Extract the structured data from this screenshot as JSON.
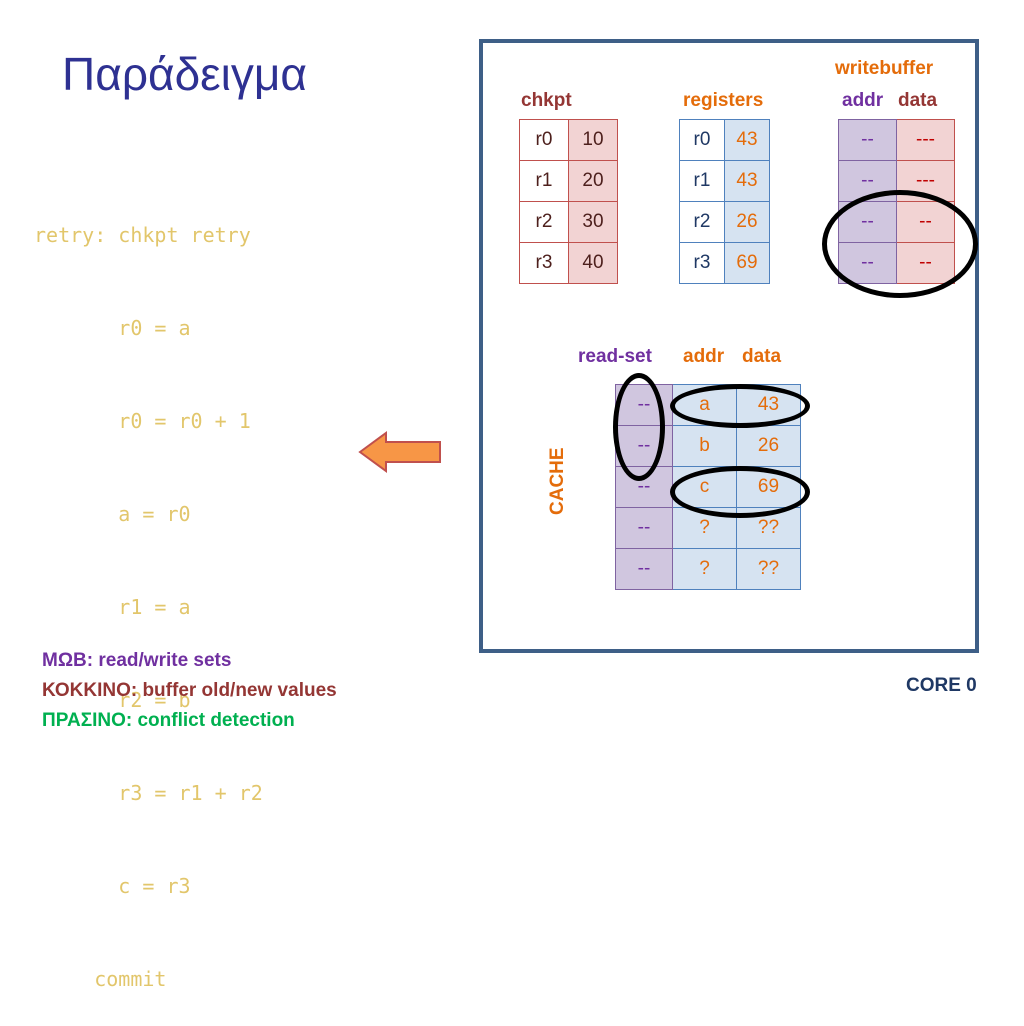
{
  "title": "Παράδειγμα",
  "code_lines": [
    "retry: chkpt retry",
    "       r0 = a",
    "       r0 = r0 + 1",
    "       a = r0",
    "       r1 = a",
    "       r2 = b",
    "       r3 = r1 + r2",
    "       c = r3",
    "     commit"
  ],
  "legend": [
    {
      "text": "ΜΩΒ: read/write sets",
      "color": "#7030a0"
    },
    {
      "text": "ΚΟΚΚΙΝΟ: buffer old/new values",
      "color": "#943634"
    },
    {
      "text": "ΠΡΑΣΙΝΟ: conflict detection",
      "color": "#00b050"
    }
  ],
  "chkpt": {
    "label": "chkpt",
    "rows": [
      [
        "r0",
        "10"
      ],
      [
        "r1",
        "20"
      ],
      [
        "r2",
        "30"
      ],
      [
        "r3",
        "40"
      ]
    ]
  },
  "registers": {
    "label": "registers",
    "rows": [
      [
        "r0",
        "43"
      ],
      [
        "r1",
        "43"
      ],
      [
        "r2",
        "26"
      ],
      [
        "r3",
        "69"
      ]
    ]
  },
  "writebuffer": {
    "label": "writebuffer",
    "addr_label": "addr",
    "data_label": "data",
    "rows": [
      [
        "--",
        "---"
      ],
      [
        "--",
        "---"
      ],
      [
        "--",
        "--"
      ],
      [
        "--",
        "--"
      ]
    ]
  },
  "cache": {
    "label": "CACHE",
    "readset_label": "read-set",
    "addr_label": "addr",
    "data_label": "data",
    "rows": [
      [
        "--",
        "a",
        "43"
      ],
      [
        "--",
        "b",
        "26"
      ],
      [
        "--",
        "c",
        "69"
      ],
      [
        "--",
        "?",
        "??"
      ],
      [
        "--",
        "?",
        "??"
      ]
    ]
  },
  "core_label": "CORE 0",
  "colors": {
    "title": "#2e3192",
    "code": "#e2c66b",
    "frame": "#3e5f87",
    "arrow": "#f79646",
    "purple": "#7030a0",
    "dark_red": "#943634",
    "orange": "#e46c0a",
    "green": "#00b050"
  },
  "icons": {
    "arrow": "left-arrow-icon"
  }
}
